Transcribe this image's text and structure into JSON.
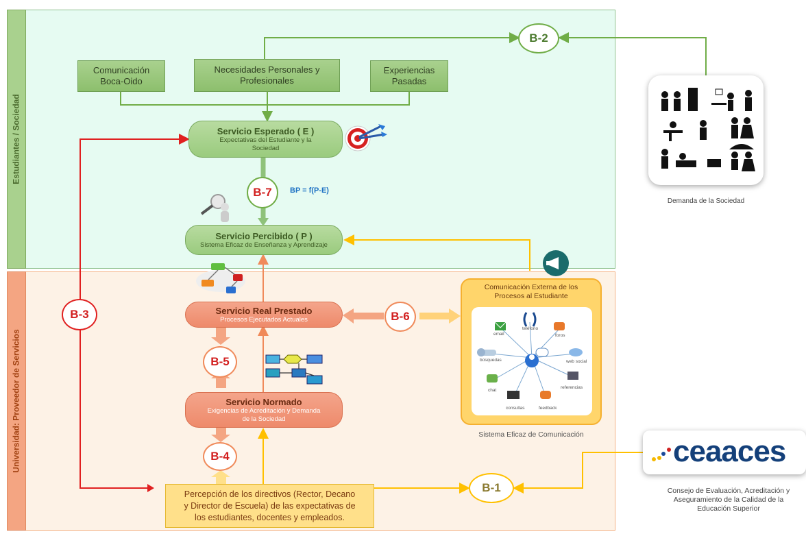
{
  "bands": {
    "society_label": "Estudiantes / Sociedad",
    "university_label": "Universidad: Proveedor de Servicios"
  },
  "top_boxes": {
    "comunicacion": [
      "Comunicación",
      "Boca-Oido"
    ],
    "necesidades": [
      "Necesidades Personales y",
      "Profesionales"
    ],
    "experiencias": [
      "Experiencias",
      "Pasadas"
    ]
  },
  "servicio_esperado": {
    "title": "Servicio Esperado ( E )",
    "subtitle": [
      "Expectativas del Estudiante y la",
      "Sociedad"
    ]
  },
  "servicio_percibido": {
    "title": "Servicio Percibido ( P )",
    "subtitle": "Sistema Eficaz de Enseñanza y Aprendizaje"
  },
  "servicio_real": {
    "title": "Servicio Real Prestado",
    "subtitle": "Procesos Ejecutados Actuales"
  },
  "servicio_normado": {
    "title": "Servicio Normado",
    "subtitle": [
      "Exigencias de Acreditación y Demanda",
      "de la Sociedad"
    ]
  },
  "percepcion": [
    "Percepción de los directivos (Rector, Decano",
    "y Director de Escuela) de las expectativas de",
    "los estudiantes, docentes y empleados."
  ],
  "formula": "BP = f(P-E)",
  "gaps": {
    "b1": "B-1",
    "b2": "B-2",
    "b3": "B-3",
    "b4": "B-4",
    "b5": "B-5",
    "b6": "B-6",
    "b7": "B-7"
  },
  "comm_panel": {
    "title": [
      "Comunicación Externa de los",
      "Procesos al Estudiante"
    ],
    "items": {
      "email": "email",
      "telefono": "teléfono",
      "foros": "foros",
      "busquedas": "búsquedas",
      "web_social": "web social",
      "chat": "chat",
      "referencias": "referencias",
      "consultas": "consultas",
      "feedback": "feedback"
    },
    "caption": "Sistema Eficaz de Comunicación"
  },
  "society_caption": "Demanda de  la Sociedad",
  "ceaaces": {
    "logo": "ceaaces",
    "caption": [
      "Consejo de Evaluación, Acreditación y",
      "Aseguramiento de la Calidad de la",
      "Educación Superior"
    ]
  },
  "colors": {
    "green": "#70ad47",
    "red": "#e02020",
    "orange": "#f4a460",
    "yellow": "#ffc000",
    "blue": "#1f72c4"
  }
}
